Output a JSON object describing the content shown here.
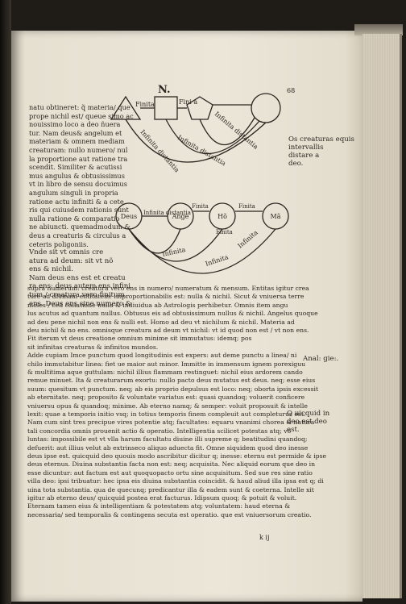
{
  "header": {
    "signature": "N.",
    "folio": "68"
  },
  "left_column": [
    "natu obtineret: q̃ materia/ que",
    "prope nichil est/ queue simo ac",
    "nouissimo loco a deo n&#x0303;uera",
    "tur. Nam deus&amp; angelum et",
    "materiam &amp; omnem mediam",
    "creaturam: nullo numero/ nul",
    "la proportione aut ratione tra",
    "scendit. Similiter &amp; acutissi",
    "mus angulus &amp; obtusissimus",
    "vt in libro de sensu docuimus",
    "angulum singuli in propria",
    "ratione actu infiniti &amp; a cete",
    "ris qui cuiusdem rationis sunt",
    "nulla ratione &amp; comparatio",
    "ne abiuncti. quemadmodum &amp;",
    "deus a creaturis &amp; circulus a",
    "ceteris poligoniis."
  ],
  "left_column_b": [
    "Vnde sit vt omnis cre",
    "atura ad deum: sit vt nõ",
    "ens &amp; nichil.",
    "Nam deus ens est et creatu",
    "ra ens: deus autem ens infini",
    "tum / creatura vero finitum",
    "ens. Deus ens sine numero &amp;"
  ],
  "body_lines": [
    "supra numerum: creatura vero ens in numero/ numeratum &amp; mensum. Entitas igitur crea",
    "ture ad diuinam entitatem: improportionabilis est: nulla &amp; nichil. Sicut &amp; vniuersa terre",
    "moles / celi collatione nulla &amp; indiuidua ab Astrologis perhibetur. Omnis item angu",
    "lus acutus ad quantum nullus. Obtusus eis ad obtusissimum nullus &amp; nichil. Angelus quoque",
    "ad deu pene nichil non ens &amp; nulli est. Homo ad deu vt nichilum &amp; nichil. Materia ad",
    "deu nichil &amp; no ens. omnisque creatura ad deum vt nichil: vt id quod non est / vt non ens.",
    "Fit iterum vt deus creatione omnium minime sit immutatus: idemq; pos",
    "sit infinitas creaturas &amp; infinitos mundos.",
    "Adde cupiam Imce punctum quod longitudinis est expers: aut deme punctu a linea/ ni",
    "chilo immutabitur linea: fiet ue maior aut minor. Immitte in immensum ignem porexiguu",
    "&amp; multitima aque guttulam: nichil illius flammam restinguet: nichil eius ardorem cando",
    "remue minuet. Ita &amp; creaturarum exortu: nullo pacto deus mutatus est deus. neq; esse eius",
    "suum: quesitum vt punctum. neq; ab eis proprio depulsus est loco: neq; oborta ipsis excessit",
    "ab eternitate. neq; proposito &amp; voluntate variatus est: quasi quandoq; voluerit conficere",
    "vniuersu opus &amp; quandoq; minime. Ab eterno namq; &amp; semper: voluit proposuit &amp; intelle",
    "lexit: quae a temporis initio vsq; in totius temporis finem compleuit aut completurus est.",
    "Nam cum sint tres precipue vires potentie atq; facultates: equaru vnanimi chorea &amp; natura",
    "tali concordia omnis prouenit actio &amp; operatio. Intelligentia scilicet potestas atq; vo",
    "luntas: impossibile est vt vlla harum facultatu diuine illi supreme q; beatitudini quandoq;",
    "defuerit: aut illius velut ab extrinseco aliquo aduecta fit. Omne siquidem quod deo inesse",
    "deus ipse est. quicquid deo quouis modo ascribitur dicitur q; inesse: eternu est permide &amp; ipse",
    "deus eternus. Diuina substantia facta non est: neq; acquisita. Nec aliquid eorum que deo in",
    "esse dicuntur: aut factum est aut quoquopacto ortu sine acquisitum. Sed sue res sine ratio",
    "villa deo: ipsi tribuatur: hec ipsa eis diuina substantia coincidit. &amp; haud aliud illa ipsa est q; di",
    "uina tota substantia. qua de quecunq; predicantur illa &amp; eadem sunt &amp; coeterna. Intelle xit",
    "igitur ab eterno deus/ quicquid postea erat facturus. Idipsum quoq; &amp; potuit &amp; voluit.",
    "Eternam tamen eius &amp; intelligentiam &amp; potestatem atq; voluntatem: haud eterna &amp;",
    "necessaria/ sed temporalis &amp; contingens secuta est operatio. que est vniuersorum creatio."
  ],
  "catchword": "k ij",
  "margin_notes": {
    "note1": "Os creaturas equis\nintervallis\ndistare a\ndeo.",
    "note2": "Anal: gie:.",
    "note3": "Q uicquid in\ndeo est deo\nest."
  },
  "diagram_top": {
    "labels": {
      "finita": "Finita",
      "fini_a": "Fini\na",
      "infinita_distantia_1": "Infinita distantia",
      "infinita_distantia_2": "Infinita distantia",
      "infinita_distantia_3": "Infinita distantia"
    }
  },
  "diagram_bottom": {
    "nodes": [
      "Deus",
      "Ange",
      "Hõ",
      "Mã"
    ],
    "labels": {
      "infinita_distantia": "Infinita distantia",
      "finita_1": "Finita",
      "finita_2": "Finita",
      "finita_3": "Finita",
      "arc_1": "Infinita",
      "arc_2": "Infinita",
      "arc_3": "Infinita"
    }
  }
}
